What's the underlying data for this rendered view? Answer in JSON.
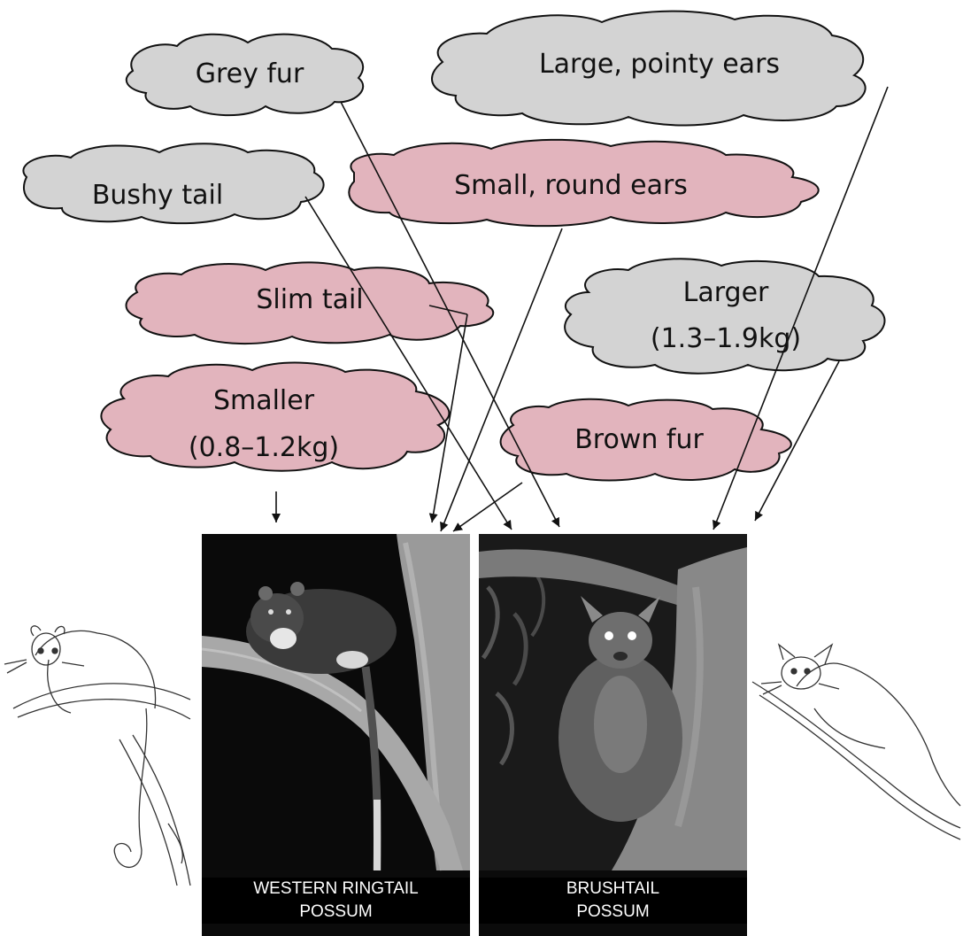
{
  "clouds": {
    "grey_fur": {
      "label": "Grey fur",
      "group": "brushtail"
    },
    "large_pointy_ears": {
      "label": "Large, pointy ears",
      "group": "brushtail"
    },
    "bushy_tail": {
      "label": "Bushy tail",
      "group": "brushtail"
    },
    "small_round_ears": {
      "label": "Small, round ears",
      "group": "ringtail"
    },
    "slim_tail": {
      "label": "Slim tail",
      "group": "ringtail"
    },
    "larger": {
      "label_line1": "Larger",
      "label_line2": "(1.3–1.9kg)",
      "group": "brushtail"
    },
    "smaller": {
      "label_line1": "Smaller",
      "label_line2": "(0.8–1.2kg)",
      "group": "ringtail"
    },
    "brown_fur": {
      "label": "Brown fur",
      "group": "ringtail"
    }
  },
  "photos": {
    "ringtail": {
      "caption_line1": "WESTERN RINGTAIL",
      "caption_line2": "POSSUM"
    },
    "brushtail": {
      "caption_line1": "BRUSHTAIL",
      "caption_line2": "POSSUM"
    }
  },
  "colors": {
    "grey_cloud": "#d3d3d3",
    "pink_cloud": "#e2b4bd",
    "outline": "#111111"
  }
}
